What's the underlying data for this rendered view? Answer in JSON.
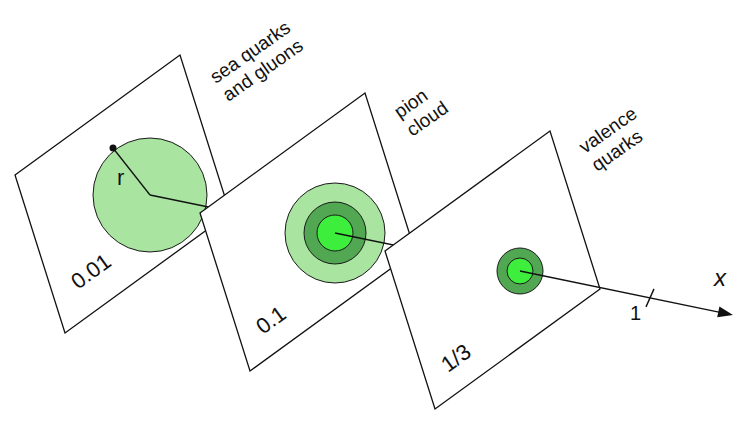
{
  "diagram": {
    "nodes": [
      {
        "text": [
          "sea quarks and gluons",
          "0.01"
        ]
      },
      {
        "text": [
          "pion cloud",
          "0.1"
        ]
      },
      {
        "text": [
          "valence quarks",
          "1/3"
        ]
      }
    ],
    "labels": [
      "r",
      "1",
      "x"
    ]
  }
}
